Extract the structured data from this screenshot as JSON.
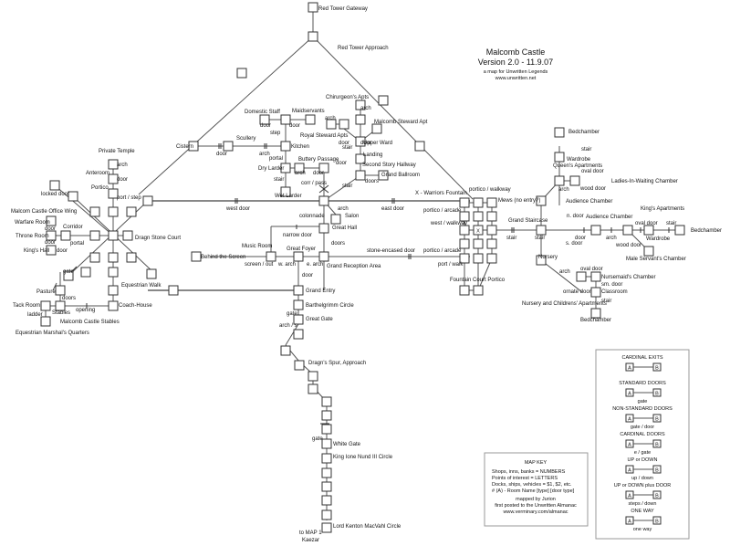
{
  "title": {
    "name": "Malcomb Castle",
    "version": "Version 2.0 - 11.9.07",
    "subtitle": "a map for Unwritten Legends",
    "url": "www.unwritten.net"
  },
  "rooms": {
    "red_tower_gateway": "Red Tower Gateway",
    "red_tower_approach": "Red Tower Approach",
    "chirurgeons_apts": "Chirurgeon's Apts",
    "malcomb_steward_apt": "Malcomb Steward Apt",
    "royal_steward_apts": "Royal Steward Apts",
    "upper_ward": "Upper Ward",
    "landing": "Landing",
    "second_story_hallway": "Second Story Hallway",
    "grand_ballroom": "Grand Ballroom",
    "domestic_staff": "Domestic Staff",
    "maidservants": "Maidservants",
    "cistern": "Cistern",
    "scullery": "Scullery",
    "kitchen": "Kitchen",
    "dry_larder": "Dry Larder",
    "buttery": "Buttery",
    "passage": "Passage",
    "wet_larder": "Wet Larder",
    "private_temple": "Private Temple",
    "anteroom": "Anteroom",
    "portico": "Portico",
    "office_wing": "Malcom Castle Office Wing",
    "warfare_room": "Warfare Room",
    "corridor": "Corridor",
    "throne_room": "Throne Room",
    "kings_hall": "King's Hall",
    "dragn_stone_court": "Dragn Stone Court",
    "pasture": "Pasture",
    "tack_room": "Tack Room",
    "stables": "Stables",
    "coach_house": "Coach-House",
    "castle_stables": "Malcomb Castle Stables",
    "marshals_quarters": "Equestrian Marshal's Quarters",
    "equestrian_walk": "Equestrian Walk",
    "salon": "Salon",
    "great_hall": "Great Hall",
    "music_room": "Music Room",
    "behind_the_screen": "Behind the Screen",
    "great_foyer": "Great Foyer",
    "grand_reception_area": "Grand Reception Area",
    "grand_entry": "Grand Entry",
    "barthelgrimm_circle": "Barthelgrimm Circle",
    "great_gate": "Great Gate",
    "dragns_spur": "Dragn's Spur, Approach",
    "white_gate": "White Gate",
    "king_ione_circle": "King Ione Nund III Circle",
    "lord_kenton_circle": "Lord Kenton MacVahl Circle",
    "to_map": "to MAP 1",
    "kaezar": "Kaezar",
    "warriors_fountain": "X - Warriors Fountain",
    "mews": "Mews (no entry?)",
    "fountain_court_portico": "Fountain Court Portico",
    "grand_staircase": "Grand Staircase",
    "bedchamber_q": "Bedchamber",
    "wardrobe_q": "Wardrobe",
    "queens_apartments": "Queen's Apartments",
    "ladies_chamber": "Ladies-In-Waiting Chamber",
    "audience_chamber": "Audience Chamber",
    "audience_chamber_2": "Audience Chamber",
    "kings_apartments": "King's Apartments",
    "bedchamber_k": "Bedchamber",
    "wardrobe_k": "Wardrobe",
    "male_servants": "Male Servant's Chamber",
    "nursery": "Nursery",
    "nursemaids_chamber": "Nursemaid's Chamber",
    "classroom": "Classroom",
    "nursery_apartments": "Nursery and Childrens' Apartments",
    "bedchamber_n": "Bedchamber",
    "fountain_x": "X"
  },
  "exits": {
    "arch": "arch",
    "door": "door",
    "step": "step",
    "portal": "portal",
    "stair": "stair",
    "corr_pass": "corr / pass",
    "doors": "doors",
    "port_step": "port / step",
    "locked_door": "locked door",
    "gate": "gate",
    "ladder": "ladder",
    "opening": "opening",
    "west_door": "west door",
    "east_door": "east door",
    "colonnade": "colonnade",
    "narrow_door": "narrow door",
    "screen_out": "screen / out",
    "w_arch": "w. arch",
    "e_arch": "e. arch",
    "arch_fs": "arch / s",
    "stone_door": "stone-encased door",
    "portico_walkway": "portico / walkway",
    "portico_arcade": "portico / arcade",
    "west_walkway": "west / walkway",
    "port_walk": "port / walk",
    "oval_door": "oval door",
    "wood_door": "wood door",
    "n_door": "n. door",
    "s_door": "s. door",
    "sm_door": "sm. door",
    "ornate_door": "ornate door"
  },
  "map_key": {
    "title": "MAP KEY",
    "lines": [
      "Shops, inns, banks = NUMBERS",
      "Points of interest = LETTERS",
      "Docks, ships, vehicles = $1, $2, etc.",
      "# (A) - Room Name [type] [door type]"
    ],
    "credit": "mapped by Jurion",
    "posted": "first posted to the Unwritten Almanac",
    "site": "www.verminary.com/almanac"
  },
  "legend": {
    "items": [
      {
        "title": "CARDINAL EXITS",
        "caption": ""
      },
      {
        "title": "STANDARD DOORS",
        "caption": "gate"
      },
      {
        "title": "NON-STANDARD DOORS",
        "caption": "gate / door"
      },
      {
        "title": "CARDINAL DOORS",
        "caption": "e / gate"
      },
      {
        "title": "UP or DOWN",
        "caption": "up / down"
      },
      {
        "title": "UP or DOWN plus DOOR",
        "caption": "steps / down"
      },
      {
        "title": "ONE WAY",
        "caption": "one way"
      }
    ],
    "a": "A",
    "b": "B"
  }
}
